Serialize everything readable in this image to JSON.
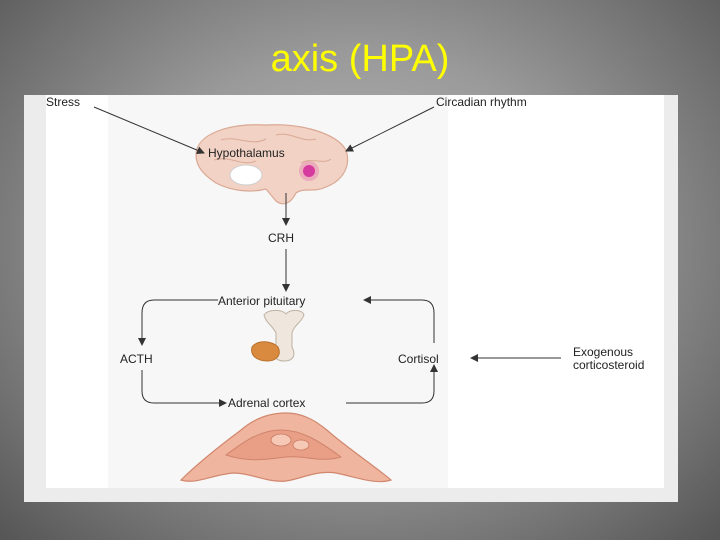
{
  "slide": {
    "title": "axis (HPA)"
  },
  "diagram": {
    "labels": {
      "stress": "Stress",
      "circadian": "Circadian rhythm",
      "hypothalamus": "Hypothalamus",
      "crh": "CRH",
      "anterior_pituitary": "Anterior pituitary",
      "acth": "ACTH",
      "cortisol": "Cortisol",
      "exogenous_line1": "Exogenous",
      "exogenous_line2": "corticosteroid",
      "adrenal_cortex": "Adrenal cortex"
    },
    "colors": {
      "slide_title": "#ffff00",
      "brain_tissue": "#f2d2c4",
      "hypothalamus_dot": "#d63a9e",
      "pituitary_gland": "#d98a3f",
      "adrenal_tissue": "#f0b59f",
      "arrow": "#333333"
    }
  }
}
